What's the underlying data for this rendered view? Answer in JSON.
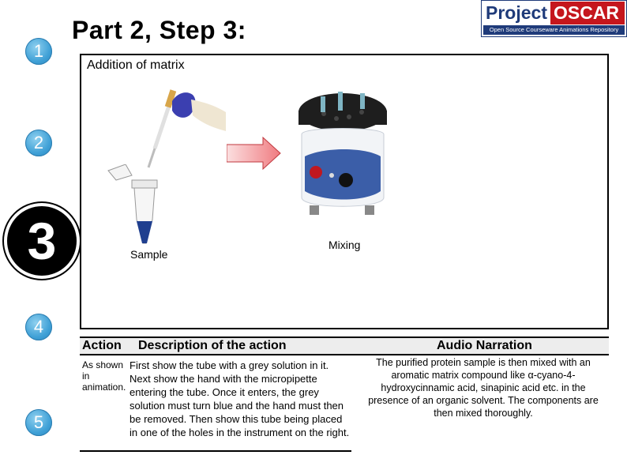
{
  "header": {
    "title": "Part 2, Step 3:",
    "logo_primary": "Project",
    "logo_secondary": "OSCAR",
    "logo_tagline": "Open Source Courseware Animations Repository"
  },
  "steps": [
    "1",
    "2",
    "3",
    "4",
    "5"
  ],
  "current_step": "3",
  "panel": {
    "subtitle": "Addition of matrix",
    "sample_label": "Sample",
    "mixing_label": "Mixing"
  },
  "table": {
    "headers": {
      "action": "Action",
      "description": "Description of the action",
      "narration": "Audio Narration"
    },
    "action_text": "As shown in animation.",
    "description_text": "First show the tube with a grey solution in it. Next show the hand with the micropipette entering the tube. Once it enters, the grey solution must turn blue and the hand must then be removed. Then show this tube being placed in one of the holes in the instrument on the right.",
    "narration_text": "The purified protein sample is then mixed with an aromatic matrix compound like α-cyano-4-hydroxycinnamic acid, sinapinic acid etc. in the presence of an organic solvent. The components are then mixed thoroughly."
  },
  "colors": {
    "step_circle": "#3fa0d6",
    "current_step": "#000000",
    "logo_blue": "#1f3b7a",
    "logo_red": "#c5161d",
    "tube_liquid": "#1f3f8f",
    "glove": "#3b3fb0",
    "arrow": "#f07b80"
  }
}
